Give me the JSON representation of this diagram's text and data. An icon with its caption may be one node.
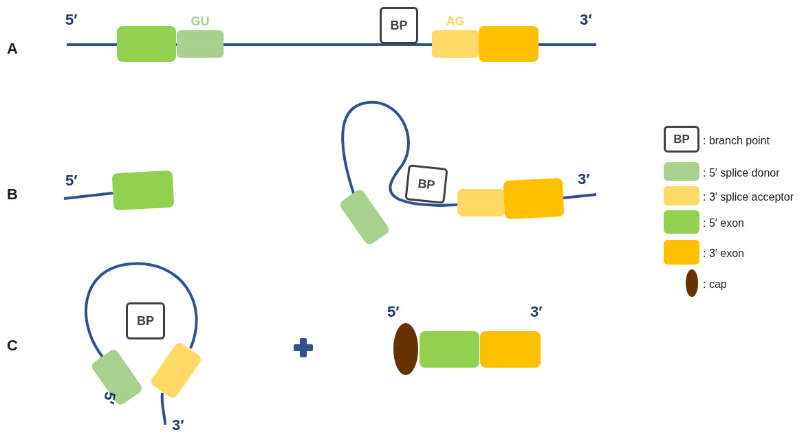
{
  "diagram": {
    "nodes": [
      {
        "text": [],
        "shape": "box"
      },
      {
        "text": [
          "GU"
        ]
      },
      {
        "text": [
          "BP"
        ]
      },
      {
        "text": [
          "AG"
        ]
      },
      {
        "text": [],
        "shape": "box"
      },
      {
        "text": [],
        "shape": "box"
      },
      {
        "text": [],
        "shape": "box"
      },
      {
        "text": [
          "BP"
        ]
      },
      {
        "text": [],
        "shape": "box"
      },
      {
        "text": [],
        "shape": "box"
      },
      {
        "text": [],
        "shape": "box"
      },
      {
        "text": [
          "BP"
        ]
      },
      {
        "text": [],
        "shape": "box"
      },
      {
        "text": [],
        "shape": "ellipse"
      },
      {
        "text": [],
        "shape": "box"
      },
      {
        "text": [],
        "shape": "box"
      }
    ],
    "edges": [
      {
        "from": 6,
        "to": 8,
        "arrow": "none"
      },
      {
        "from": null,
        "to": 5,
        "arrow": "none"
      },
      {
        "from": 9,
        "to": null,
        "arrow": "none"
      },
      {
        "from": 10,
        "to": 12,
        "arrow": "none"
      },
      {
        "from": 12,
        "to": null,
        "arrow": "none"
      }
    ],
    "labels": [
      "A",
      "5′",
      "3′",
      "B",
      "5′",
      "3′",
      "C",
      "5′",
      "3′",
      "5′",
      "3′",
      "BP"
    ],
    "legend": [
      {
        "text": ": branch point"
      },
      {
        "text": ": 5′ splice donor",
        "color": "#a9d18e"
      },
      {
        "text": ": 3′ splice acceptor",
        "color": "#ffd966"
      },
      {
        "text": ": 5′ exon",
        "color": "#92d050"
      },
      {
        "text": ": 3′ exon",
        "color": "#ffc000"
      },
      {
        "text": ": cap",
        "color": "#663300"
      }
    ]
  }
}
